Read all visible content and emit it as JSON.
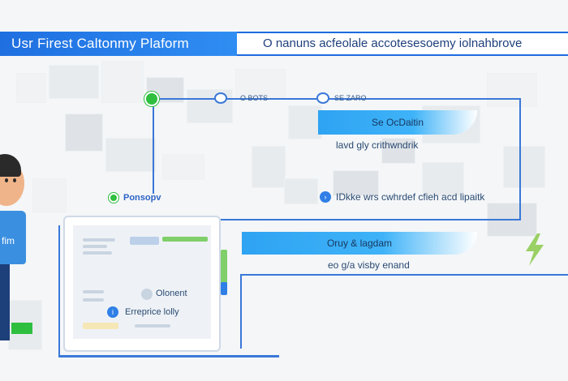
{
  "header": {
    "title": "Usr Firest Caltonmy Plaform",
    "tagline": "O nanuns  acfeolale  accotesesoemy  iolnahbrove"
  },
  "flow": {
    "top_label_1": "O BOTS",
    "top_label_2": "SE ZARO",
    "card1_title": "Se OcDaitin",
    "card1_sub": "lavd gly crithwndrik",
    "brand_label": "Ponsopv",
    "step_text": "IDkke wrs cwhrdef cfieh acd lipaitk",
    "card2_title": "Oruy & lagdam",
    "card2_sub": "eo g/a visby enand"
  },
  "person": {
    "badge_text": "fim"
  },
  "screen": {
    "item_1": "Olonent",
    "item_2": "Erreprice lolly"
  },
  "colors": {
    "accent": "#1f6fe0",
    "line": "#3a78d8",
    "node_green": "#2fbf3f",
    "card_blue": "#2ea3f2"
  }
}
